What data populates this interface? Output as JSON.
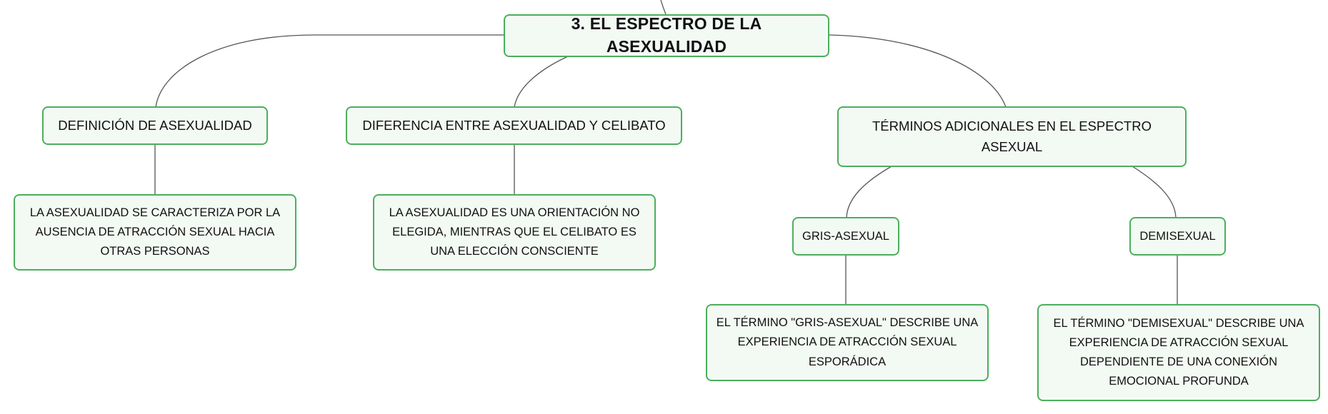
{
  "mindmap": {
    "root": {
      "label": "3. EL ESPECTRO DE LA ASEXUALIDAD"
    },
    "definicion": {
      "label": "DEFINICIÓN DE ASEXUALIDAD",
      "detail": "LA ASEXUALIDAD SE CARACTERIZA POR LA AUSENCIA DE ATRACCIÓN SEXUAL HACIA OTRAS PERSONAS"
    },
    "diferencia": {
      "label": "DIFERENCIA ENTRE ASEXUALIDAD Y CELIBATO",
      "detail": "LA ASEXUALIDAD ES UNA ORIENTACIÓN NO ELEGIDA, MIENTRAS QUE EL CELIBATO ES UNA ELECCIÓN CONSCIENTE"
    },
    "terminos": {
      "label": "TÉRMINOS ADICIONALES EN EL ESPECTRO ASEXUAL",
      "gris": {
        "label": "GRIS-ASEXUAL",
        "detail": "EL TÉRMINO \"GRIS-ASEXUAL\" DESCRIBE UNA EXPERIENCIA DE ATRACCIÓN SEXUAL ESPORÁDICA"
      },
      "demi": {
        "label": "DEMISEXUAL",
        "detail": "EL TÉRMINO \"DEMISEXUAL\" DESCRIBE UNA EXPERIENCIA DE ATRACCIÓN SEXUAL DEPENDIENTE DE UNA CONEXIÓN EMOCIONAL PROFUNDA"
      }
    }
  },
  "colors": {
    "node_border": "#4caf5c",
    "node_fill": "#f3faf4",
    "connector": "#555555"
  }
}
